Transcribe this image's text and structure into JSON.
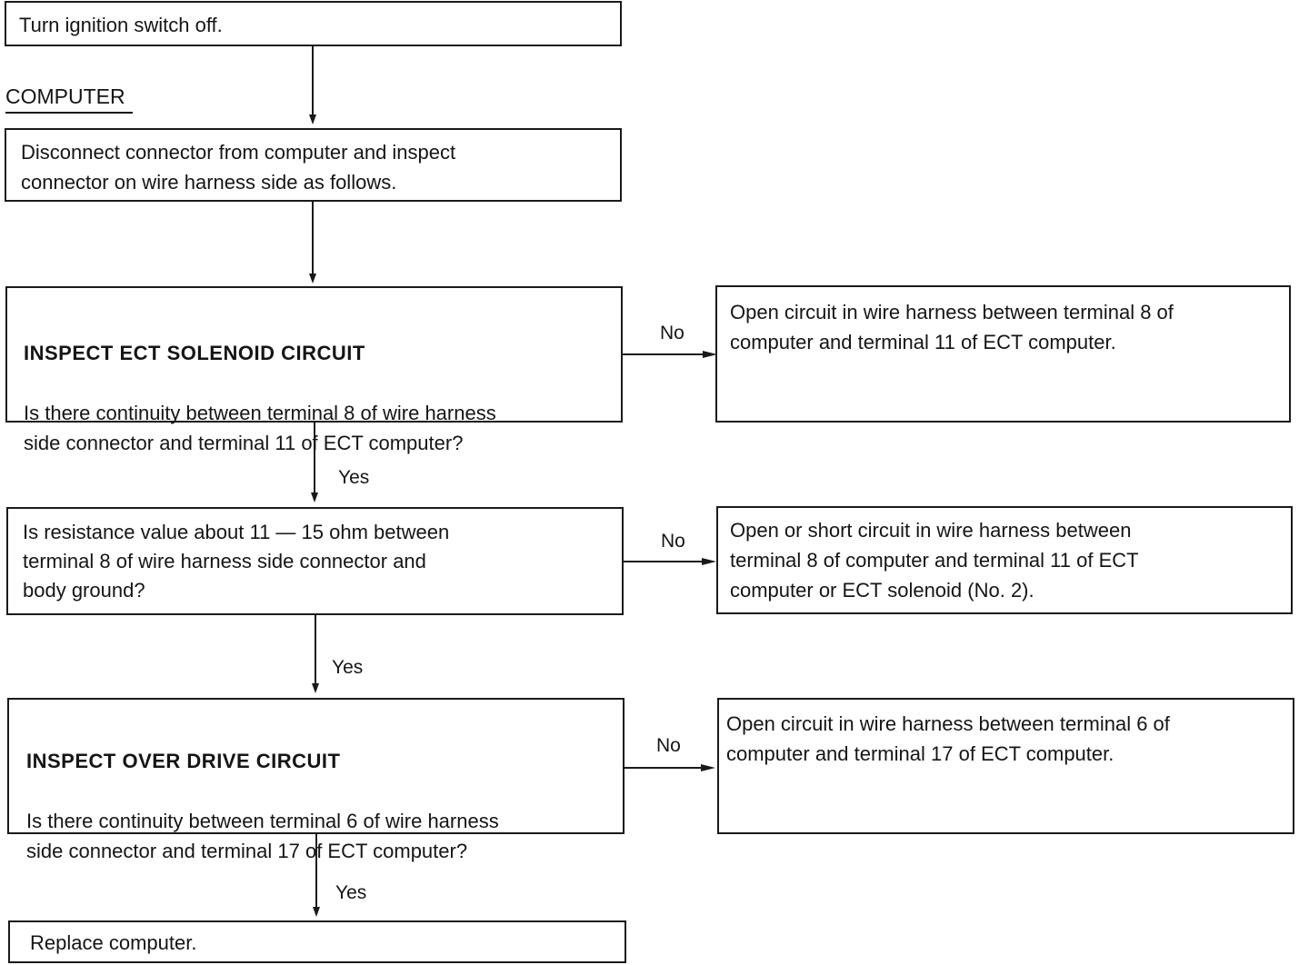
{
  "section_label": "COMPUTER",
  "steps": {
    "turn_off": "Turn ignition switch off.",
    "disconnect": "Disconnect connector from computer and inspect\nconnector on wire harness side as follows.",
    "ect_title": "INSPECT ECT SOLENOID CIRCUIT",
    "ect_question": "Is there continuity between terminal 8 of wire harness\nside connector and terminal 11 of ECT computer?",
    "resistance_question": "Is resistance value about 11 — 15 ohm between\nterminal 8 of wire harness side connector and\nbody ground?",
    "od_title": "INSPECT OVER DRIVE CIRCUIT",
    "od_question": "Is there continuity between terminal 6 of wire harness\nside connector and terminal 17 of ECT computer?",
    "replace": "Replace computer."
  },
  "results": {
    "ect_open": "Open circuit in wire harness between terminal 8 of\ncomputer and terminal 11 of ECT computer.",
    "resistance_fault": "Open or short circuit in wire harness between\nterminal 8 of computer and terminal 11 of ECT\ncomputer or ECT  solenoid (No. 2).",
    "od_open": "Open circuit in wire harness between terminal 6 of\ncomputer and terminal 17 of ECT computer."
  },
  "labels": {
    "yes": "Yes",
    "no": "No"
  }
}
